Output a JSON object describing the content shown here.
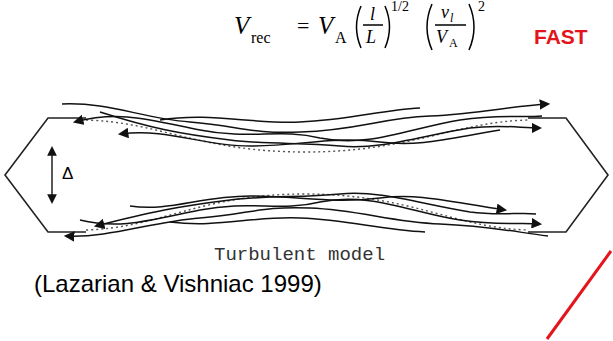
{
  "diagram": {
    "labels": [
      "V",
      "rec",
      "=",
      "V",
      "A",
      "l",
      "L",
      "1/2",
      "v",
      "l",
      "V",
      "A",
      "2",
      "FAST",
      "Δ",
      "Turbulent model",
      "(Lazarian & Vishniac 1999)"
    ]
  }
}
